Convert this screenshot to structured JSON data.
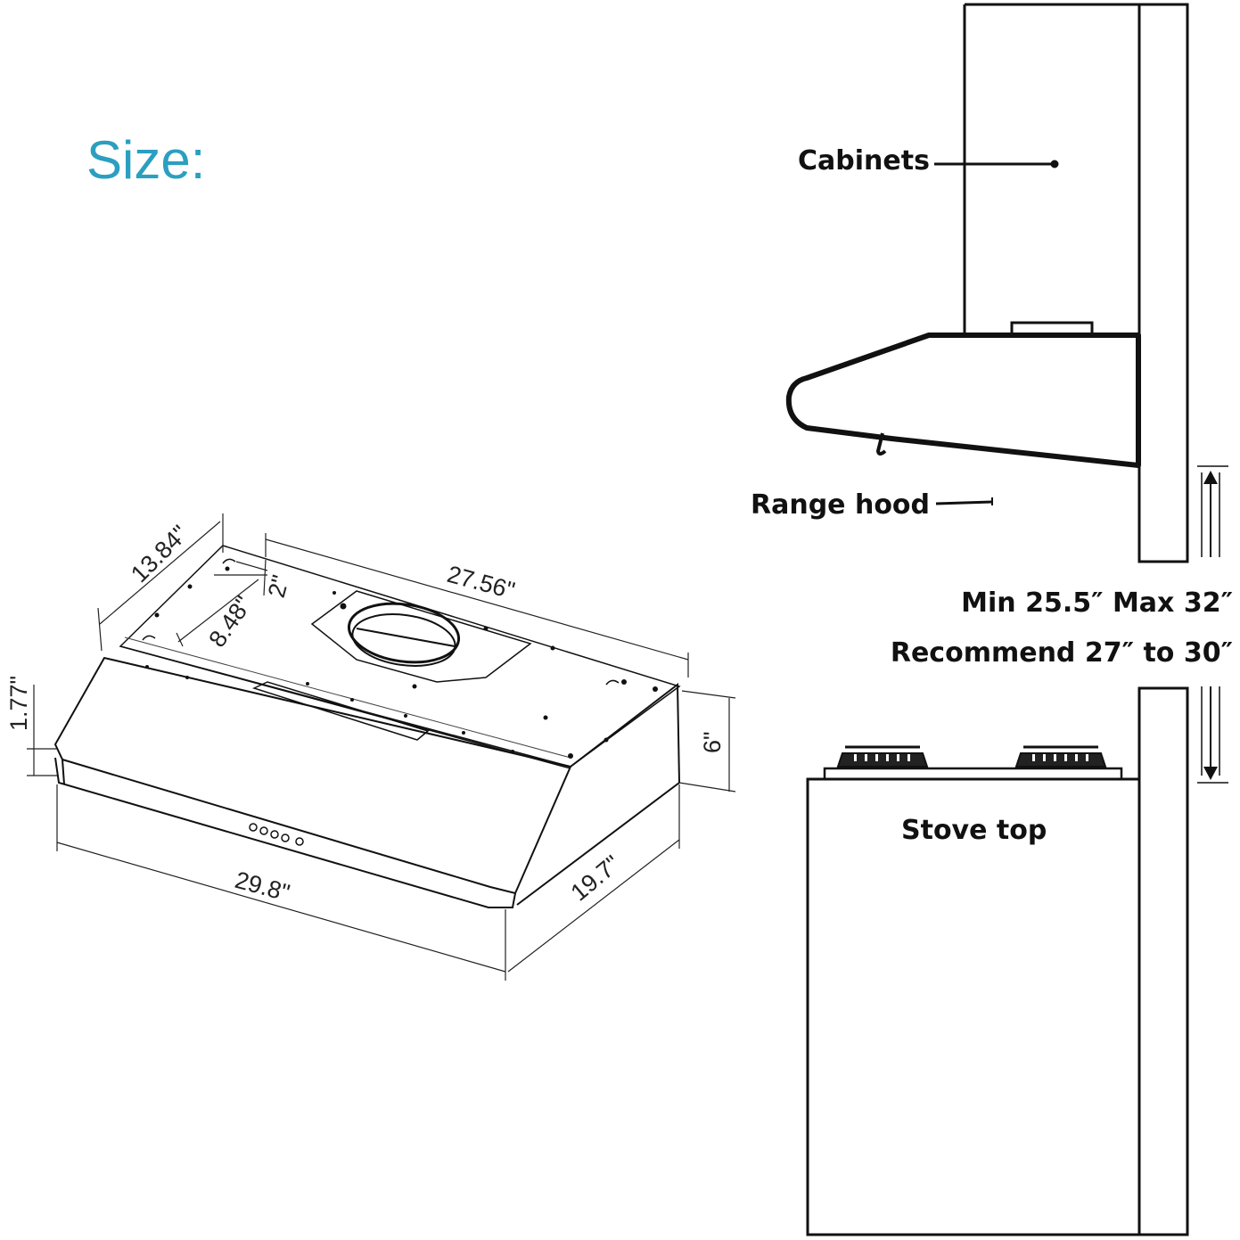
{
  "title": "Size:",
  "labels": {
    "cabinets": "Cabinets",
    "range_hood": "Range hood",
    "min_max": "Min 25.5″ Max 32″",
    "recommend": "Recommend 27″ to 30″",
    "stove_top": "Stove top"
  },
  "dimensions": {
    "depth_top": "13.84\"",
    "width_top": "27.56\"",
    "offset": "2\"",
    "duct_offset": "8.48\"",
    "front_lip": "1.77\"",
    "height": "6\"",
    "width_bottom": "29.8\"",
    "depth_bottom": "19.7\""
  },
  "colors": {
    "title": "#2b9fc0",
    "line": "#111111"
  }
}
